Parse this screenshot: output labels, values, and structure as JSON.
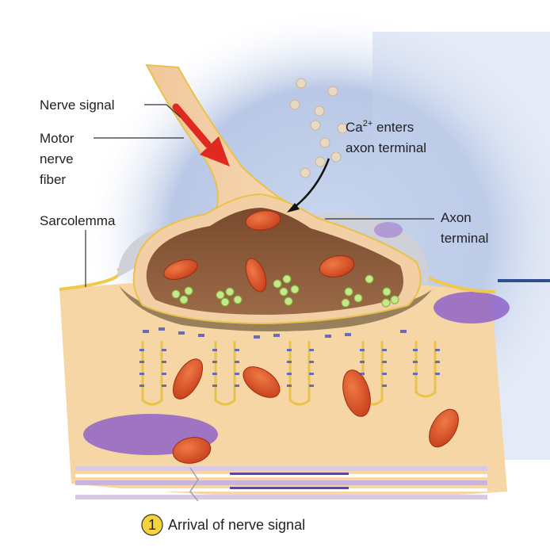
{
  "labels": {
    "nerve_signal": "Nerve signal",
    "motor_line1": "Motor",
    "motor_line2": "nerve",
    "motor_line3": "fiber",
    "sarcolemma": "Sarcolemma",
    "ca_prefix": "Ca",
    "ca_superscript": "2+",
    "ca_rest": " enters",
    "ca_line2": "axon terminal",
    "axon_line1": "Axon",
    "axon_line2": "terminal"
  },
  "caption": {
    "step_number": "1",
    "text": "Arrival of nerve signal"
  },
  "colors": {
    "background_glow": "#b9c8e6",
    "muscle": "#f6d6a4",
    "axoplasm": "#8c5a3a",
    "sarcolemma": "#f0c94a",
    "mitochondria": "#e0572a",
    "vesicles": "#b8e07a",
    "calcium": "#e8d9c2",
    "signal_arrow": "#e02a1f",
    "caption_badge": "#f5d33a"
  }
}
